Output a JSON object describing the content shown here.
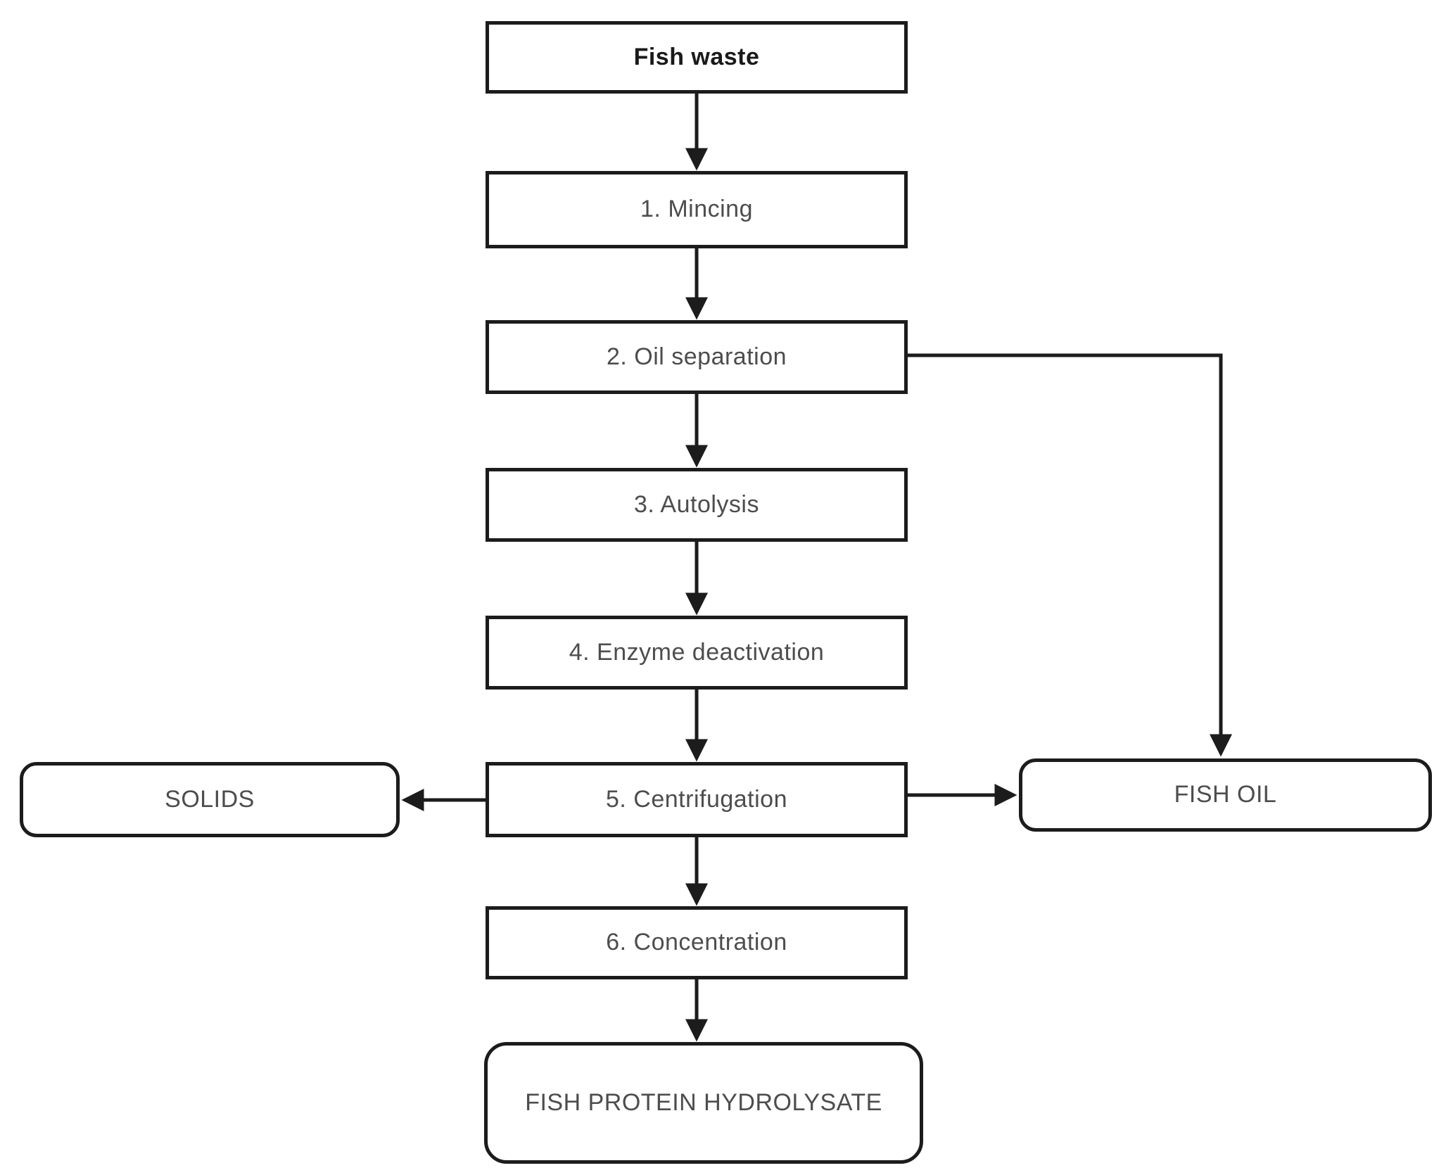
{
  "diagram": {
    "type": "flowchart",
    "background": "#ffffff",
    "colors": {
      "line": "#1c1c1c",
      "box_border": "#1c1c1c",
      "box_fill": "#ffffff",
      "label_gray": "#4d4d4d",
      "label_black": "#1a1a1a"
    },
    "nodes": {
      "fish_waste": {
        "label": "Fish waste",
        "shape": "rectangle",
        "emphasis": "bold"
      },
      "step1": {
        "label": "1. Mincing",
        "shape": "rectangle"
      },
      "step2": {
        "label": "2. Oil separation",
        "shape": "rectangle"
      },
      "step3": {
        "label": "3. Autolysis",
        "shape": "rectangle"
      },
      "step4": {
        "label": "4. Enzyme deactivation",
        "shape": "rectangle"
      },
      "step5": {
        "label": "5. Centrifugation",
        "shape": "rectangle"
      },
      "step6": {
        "label": "6. Concentration",
        "shape": "rectangle"
      },
      "solids": {
        "label": "SOLIDS",
        "shape": "rounded-rectangle"
      },
      "fish_oil": {
        "label": "FISH OIL",
        "shape": "rounded-rectangle"
      },
      "fph": {
        "label": "FISH PROTEIN HYDROLYSATE",
        "shape": "rounded-rectangle"
      }
    },
    "edges": [
      {
        "from": "fish_waste",
        "to": "step1",
        "direction": "down"
      },
      {
        "from": "step1",
        "to": "step2",
        "direction": "down"
      },
      {
        "from": "step2",
        "to": "step3",
        "direction": "down"
      },
      {
        "from": "step3",
        "to": "step4",
        "direction": "down"
      },
      {
        "from": "step4",
        "to": "step5",
        "direction": "down"
      },
      {
        "from": "step5",
        "to": "step6",
        "direction": "down"
      },
      {
        "from": "step6",
        "to": "fph",
        "direction": "down"
      },
      {
        "from": "step5",
        "to": "solids",
        "direction": "left"
      },
      {
        "from": "step5",
        "to": "fish_oil",
        "direction": "right"
      },
      {
        "from": "step2",
        "to": "fish_oil",
        "direction": "right-then-down"
      }
    ]
  }
}
